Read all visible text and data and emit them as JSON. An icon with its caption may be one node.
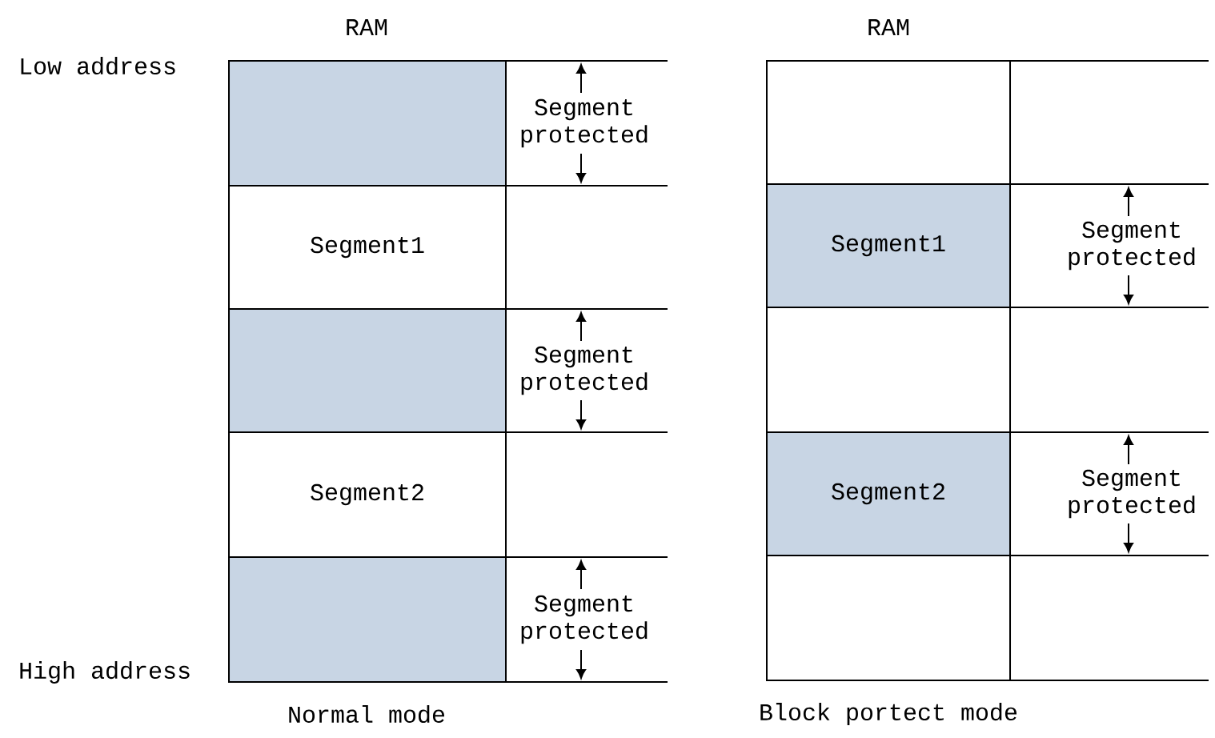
{
  "diagram": {
    "nodes": [
      {
        "text": [],
        "shape": "box"
      },
      {
        "text": [
          "Segment1"
        ]
      },
      {
        "text": [],
        "shape": "box"
      },
      {
        "text": [
          "Segment2"
        ]
      },
      {
        "text": [],
        "shape": "box"
      },
      {
        "text": [],
        "shape": "box"
      },
      {
        "text": [
          "Segment1"
        ]
      },
      {
        "text": [],
        "shape": "box"
      },
      {
        "text": [
          "Segment2"
        ]
      },
      {
        "text": [],
        "shape": "box"
      }
    ],
    "labels": [
      "RAM",
      "RAM",
      "Low address",
      "Segment protected",
      "Segment protected",
      "Segment protected",
      "Segment protected",
      "Segment protected",
      "High address",
      "Normal mode",
      "Block portect mode"
    ]
  }
}
